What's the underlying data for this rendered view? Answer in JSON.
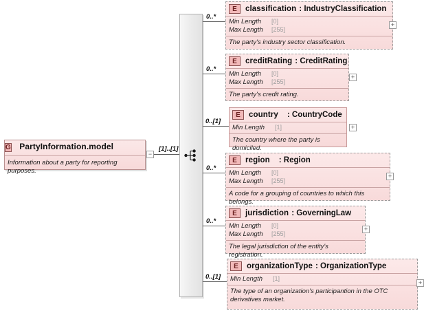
{
  "diagram": {
    "type": "xsd-schema-diagram",
    "group": {
      "badge": "G",
      "name": "PartyInformation.model",
      "documentation": "Information about a party for reporting purposes.",
      "cardinality": "[1]..[1]",
      "toggle": "−"
    },
    "compositor": {
      "kind": "sequence"
    },
    "elements": [
      {
        "badge": "E",
        "name": "classification",
        "separator": ":",
        "type": "IndustryClassification",
        "cardinality": "0..*",
        "required": false,
        "facets": [
          {
            "label": "Min Length",
            "value": "[0]"
          },
          {
            "label": "Max Length",
            "value": "[255]"
          }
        ],
        "documentation": "The party's industry sector classification.",
        "toggle": "+"
      },
      {
        "badge": "E",
        "name": "creditRating",
        "separator": ":",
        "type": "CreditRating",
        "cardinality": "0..*",
        "required": false,
        "facets": [
          {
            "label": "Min Length",
            "value": "[0]"
          },
          {
            "label": "Max Length",
            "value": "[255]"
          }
        ],
        "documentation": "The party's credit rating.",
        "toggle": "+"
      },
      {
        "badge": "E",
        "name": "country",
        "separator": ":",
        "type": "CountryCode",
        "cardinality": "0..[1]",
        "required": true,
        "facets": [
          {
            "label": "Min Length",
            "value": "[1]"
          }
        ],
        "documentation": "The country where the party is domiciled.",
        "toggle": "+"
      },
      {
        "badge": "E",
        "name": "region",
        "separator": ":",
        "type": "Region",
        "cardinality": "0..*",
        "required": false,
        "facets": [
          {
            "label": "Min Length",
            "value": "[0]"
          },
          {
            "label": "Max Length",
            "value": "[255]"
          }
        ],
        "documentation": "A code for a grouping of countries to which this belongs.",
        "toggle": "+"
      },
      {
        "badge": "E",
        "name": "jurisdiction",
        "separator": ":",
        "type": "GoverningLaw",
        "cardinality": "0..*",
        "required": false,
        "facets": [
          {
            "label": "Min Length",
            "value": "[0]"
          },
          {
            "label": "Max Length",
            "value": "[255]"
          }
        ],
        "documentation": "The legal jurisdiction of the entity's registration.",
        "toggle": "+"
      },
      {
        "badge": "E",
        "name": "organizationType",
        "separator": ":",
        "type": "OrganizationType",
        "cardinality": "0..[1]",
        "required": false,
        "facets": [
          {
            "label": "Min Length",
            "value": "[1]"
          }
        ],
        "documentation": "The type of an organization's participantion in the OTC derivatives market.",
        "toggle": "+"
      }
    ]
  },
  "colors": {
    "element_fill": "#f9dede",
    "badge_fill": "#f2b9b9",
    "line": "#5d5d5d",
    "bar_fill": "#ececec"
  }
}
